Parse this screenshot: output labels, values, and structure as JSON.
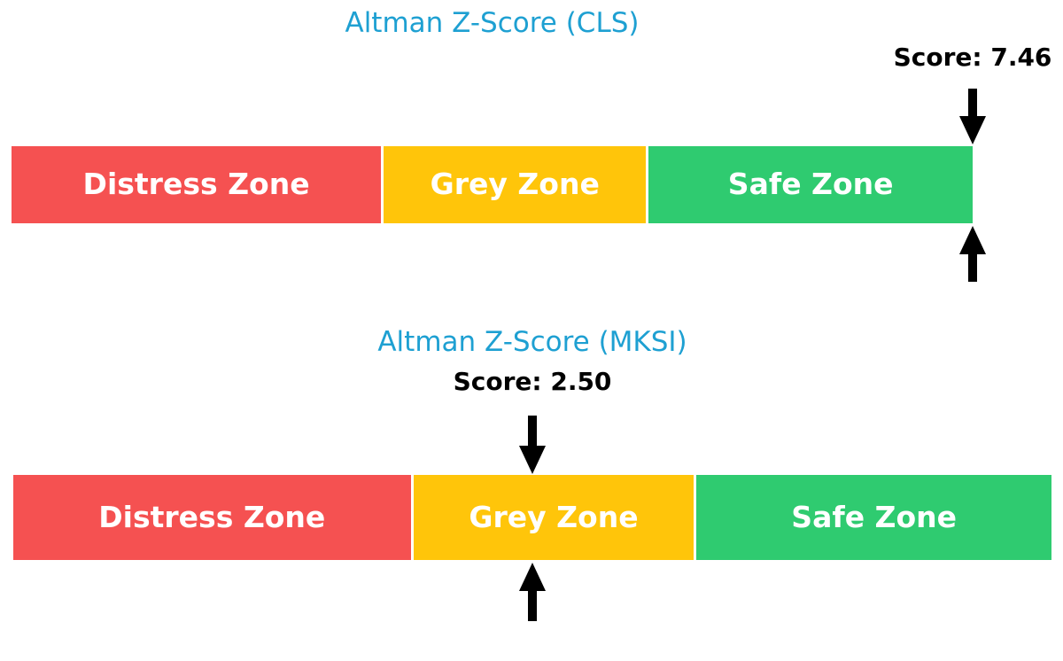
{
  "page": {
    "background": "#FFFFFF"
  },
  "colors": {
    "title_text": "#1EA0D2",
    "score_text": "#000000",
    "zone_label_text": "#FFFFFF",
    "arrow": "#000000",
    "distress_zone": "#F55151",
    "grey_zone": "#FFC50A",
    "safe_zone": "#2FCB70"
  },
  "chart_data": [
    {
      "type": "bar",
      "variant": "zone-gauge",
      "title": "Altman Z-Score (CLS)",
      "ticker": "CLS",
      "score": 7.46,
      "score_label": "Score: 7.46",
      "scale": [
        0,
        5
      ],
      "marker_note": "score clamped to scale max; indicated by down arrow above bar and up arrow below bar at right end",
      "zones": [
        {
          "label": "Distress Zone",
          "range": [
            0,
            1.81
          ],
          "color": "#F55151"
        },
        {
          "label": "Grey Zone",
          "range": [
            1.81,
            2.99
          ],
          "color": "#FFC50A"
        },
        {
          "label": "Safe Zone",
          "range": [
            2.99,
            5
          ],
          "color": "#2FCB70"
        }
      ]
    },
    {
      "type": "bar",
      "variant": "zone-gauge",
      "title": "Altman Z-Score (MKSI)",
      "ticker": "MKSI",
      "score": 2.5,
      "score_label": "Score: 2.50",
      "scale": [
        0,
        5
      ],
      "marker_note": "score at middle of grey zone; indicated by down arrow above bar and up arrow below bar",
      "zones": [
        {
          "label": "Distress Zone",
          "range": [
            0,
            1.81
          ],
          "color": "#F55151"
        },
        {
          "label": "Grey Zone",
          "range": [
            1.81,
            2.99
          ],
          "color": "#FFC50A"
        },
        {
          "label": "Safe Zone",
          "range": [
            2.99,
            5
          ],
          "color": "#2FCB70"
        }
      ]
    }
  ]
}
